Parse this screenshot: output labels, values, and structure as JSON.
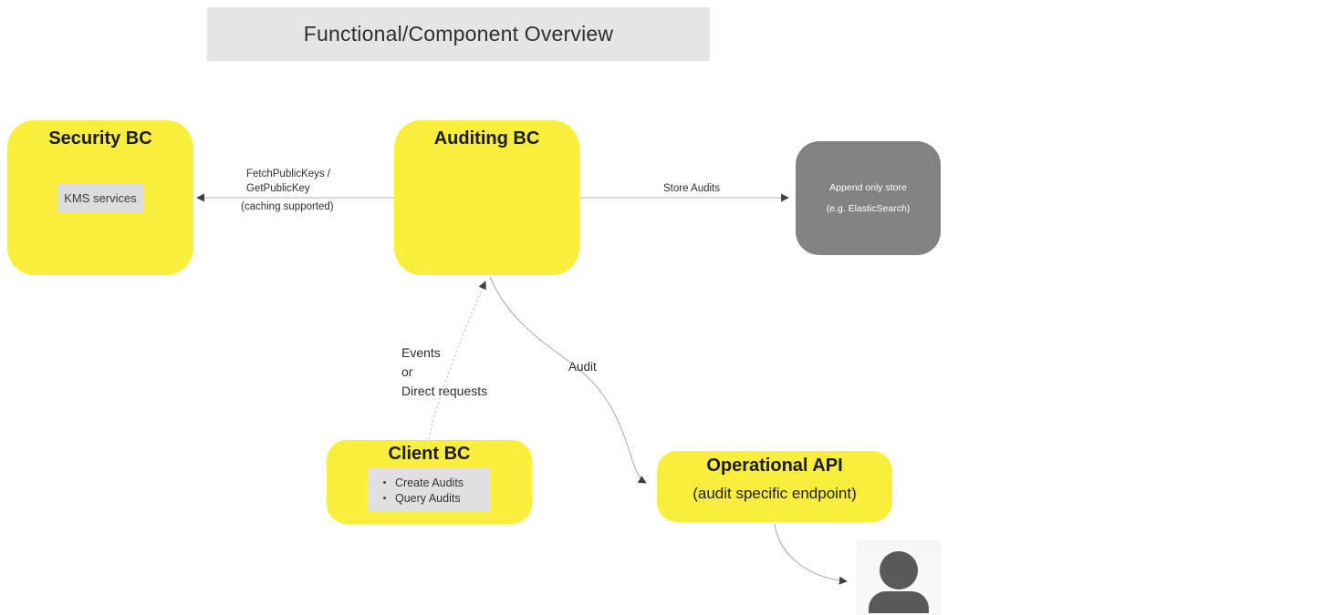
{
  "title": "Functional/Component Overview",
  "nodes": {
    "security_bc": {
      "title": "Security BC",
      "chip": "KMS services"
    },
    "auditing_bc": {
      "title": "Auditing BC"
    },
    "append_store": {
      "line1": "Append only store",
      "line2": "(e.g. ElasticSearch)"
    },
    "client_bc": {
      "title": "Client BC",
      "items": [
        "Create Audits",
        "Query Audits"
      ]
    },
    "operational_api": {
      "title": "Operational API",
      "subtitle": "(audit specific endpoint)"
    }
  },
  "edges": {
    "fetch_keys": {
      "line1": "FetchPublicKeys /",
      "line2": "GetPublicKey",
      "note": "(caching supported)"
    },
    "store_audits": {
      "label": "Store Audits"
    },
    "client_events": {
      "line1": "Events",
      "line2": "or",
      "line3": "Direct requests"
    },
    "audit": {
      "label": "Audit"
    }
  },
  "colors": {
    "node_yellow": "#f9ee3b",
    "node_gray": "#828282",
    "title_bg": "#e5e5e5",
    "chip_bg": "#dcdcdc",
    "person": "#595959",
    "line": "#b3b3b3",
    "arrowhead": "#404040"
  }
}
